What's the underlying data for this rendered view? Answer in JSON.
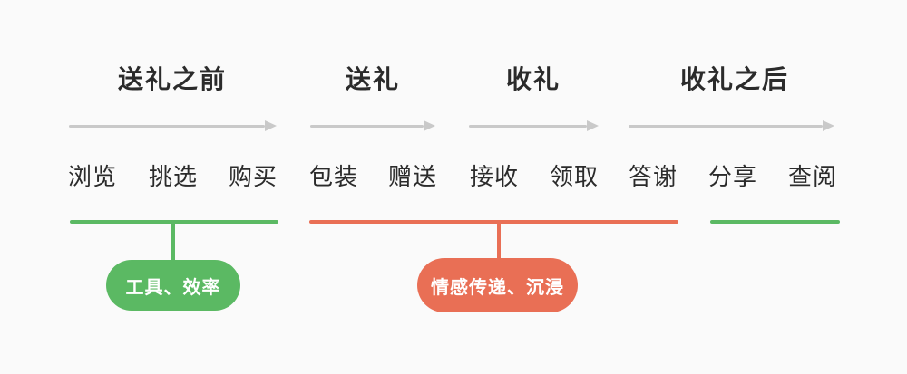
{
  "diagram_title": "gift-journey-flow",
  "colors": {
    "background": "#fafafa",
    "text": "#2b2b2b",
    "arrow": "#c9c9c9",
    "green": "#5bb963",
    "red": "#e96f55",
    "pill_text": "#ffffff"
  },
  "sections": [
    {
      "title": "送礼之前",
      "steps": [
        "浏览",
        "挑选",
        "购买"
      ]
    },
    {
      "title": "送礼",
      "steps": [
        "包装",
        "赠送"
      ]
    },
    {
      "title": "收礼",
      "steps": [
        "接收",
        "领取"
      ]
    },
    {
      "title": "收礼之后",
      "steps": [
        "答谢",
        "分享",
        "查阅"
      ]
    }
  ],
  "annotations": [
    {
      "label": "工具、效率",
      "color": "#5bb963",
      "covers": "浏览-购买"
    },
    {
      "label": "情感传递、沉浸",
      "color": "#e96f55",
      "covers": "包装-答谢"
    }
  ]
}
